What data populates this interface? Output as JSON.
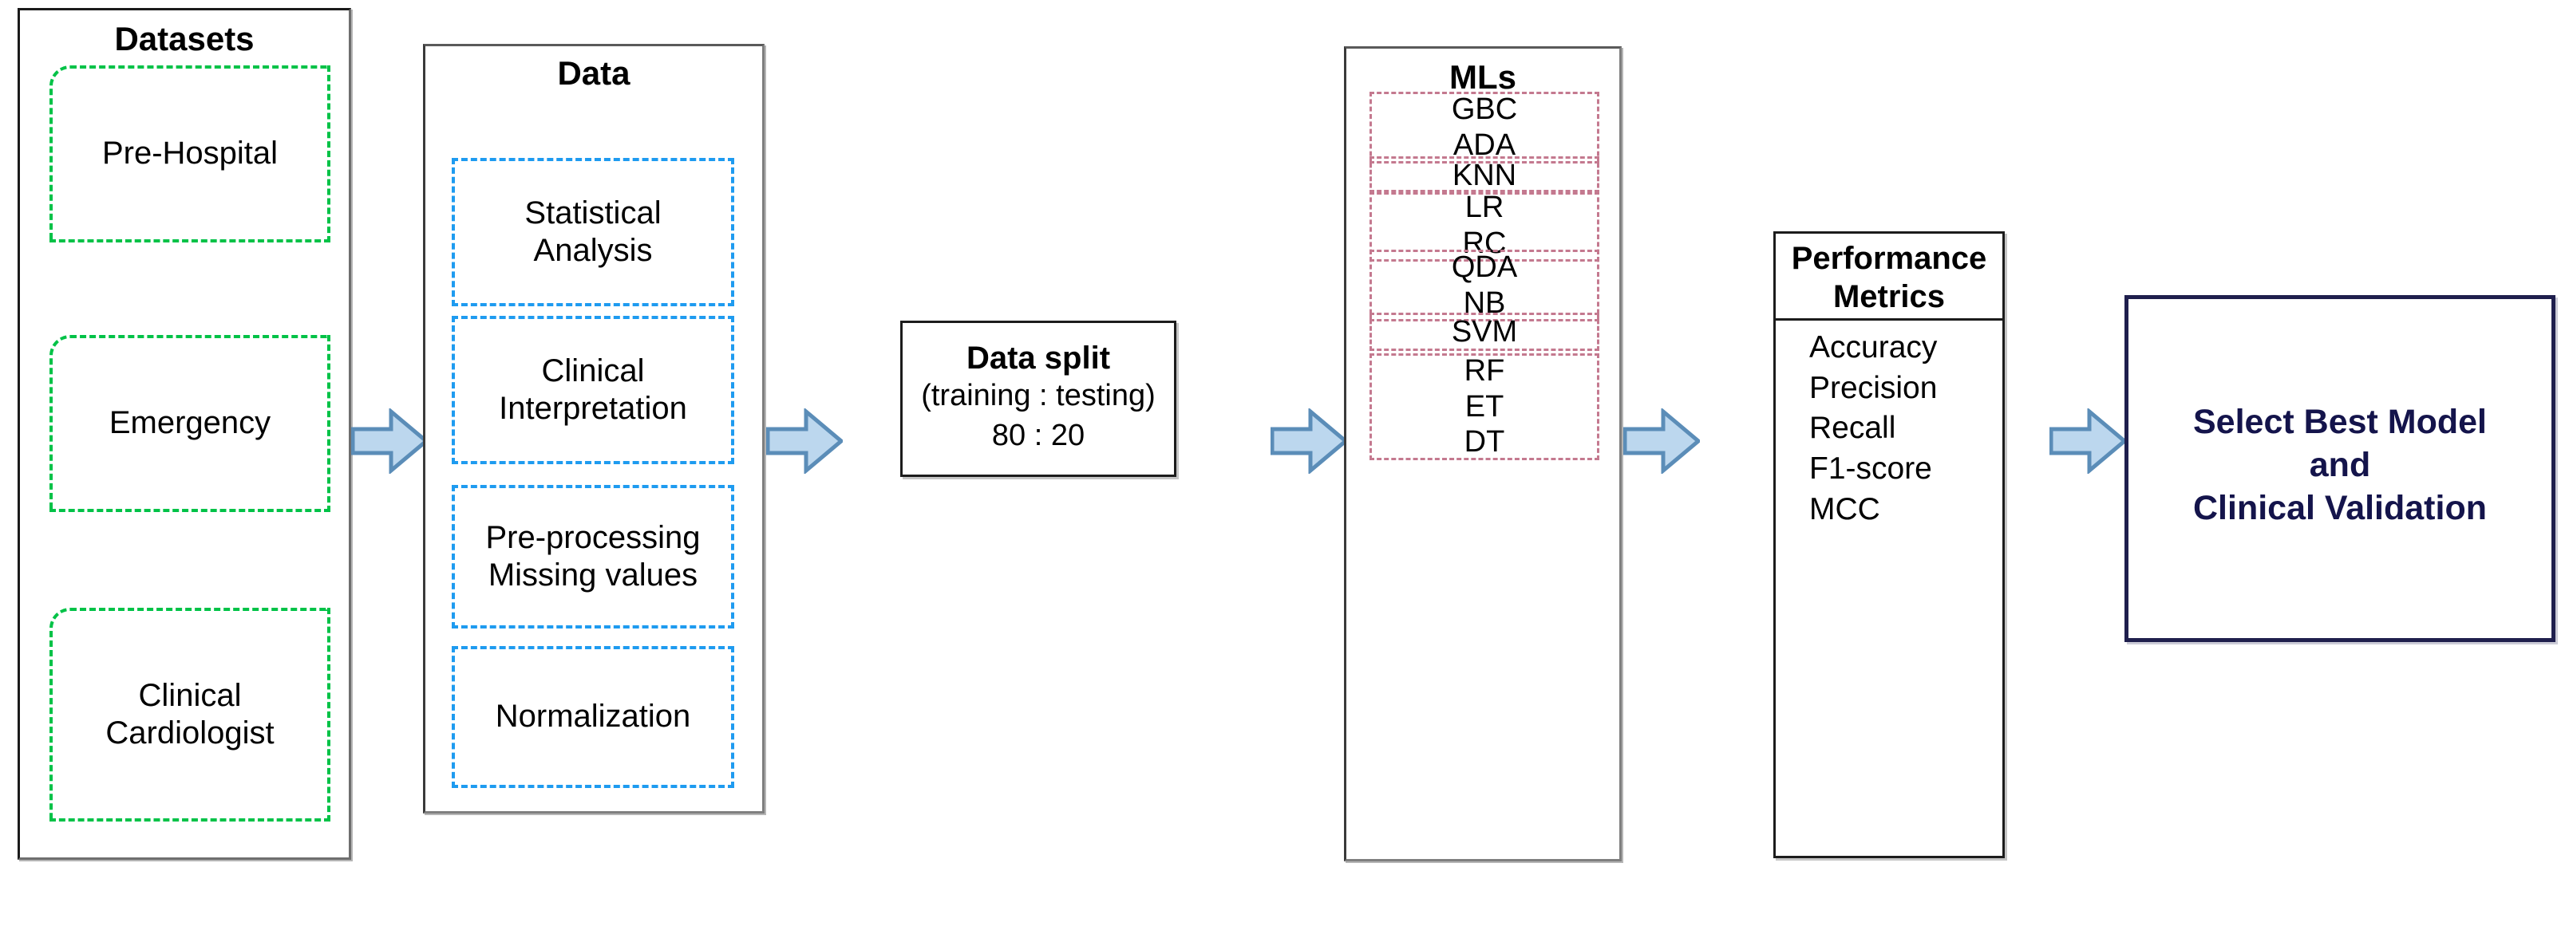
{
  "diagram": {
    "title": "Machine learning pipeline flowchart",
    "colors": {
      "datasets_dash": "#00c247",
      "data_dash": "#1e9bf0",
      "mls_dash": "#c4798f",
      "arrow_fill": "#bcd7ee",
      "arrow_stroke": "#5b8db8",
      "final_border": "#1f1f4d",
      "final_text": "#14144b",
      "outer_border": "#7f7f7f"
    },
    "stages": [
      {
        "id": "datasets",
        "title": "Datasets",
        "items": [
          {
            "lines": [
              "Pre-Hospital"
            ]
          },
          {
            "lines": [
              "Emergency"
            ]
          },
          {
            "lines": [
              "Clinical",
              "Cardiologist"
            ]
          }
        ]
      },
      {
        "id": "data",
        "title": "Data",
        "items": [
          {
            "lines": [
              "Statistical",
              "Analysis"
            ]
          },
          {
            "lines": [
              "Clinical",
              "Interpretation"
            ]
          },
          {
            "lines": [
              "Pre-processing",
              "Missing values"
            ]
          },
          {
            "lines": [
              "Normalization"
            ]
          }
        ]
      },
      {
        "id": "data-split",
        "title": "Data split",
        "subtitle": "(training : testing)",
        "ratio": "80 : 20"
      },
      {
        "id": "mls",
        "title": "MLs",
        "items": [
          {
            "lines": [
              "GBC",
              "ADA"
            ]
          },
          {
            "lines": [
              "KNN"
            ]
          },
          {
            "lines": [
              "LR",
              "RC"
            ]
          },
          {
            "lines": [
              "QDA",
              "NB"
            ]
          },
          {
            "lines": [
              "SVM"
            ]
          },
          {
            "lines": [
              "RF",
              "ET",
              "DT"
            ]
          }
        ]
      },
      {
        "id": "performance-metrics",
        "title_line1": "Performance",
        "title_line2": "Metrics",
        "metrics": [
          "Accuracy",
          "Precision",
          "Recall",
          "F1-score",
          "MCC"
        ]
      },
      {
        "id": "select-best-model",
        "lines": [
          "Select Best Model",
          "and",
          "Clinical Validation"
        ]
      }
    ],
    "arrows": [
      {
        "id": "arrow-datasets-to-data",
        "label": "flow"
      },
      {
        "id": "arrow-data-to-split",
        "label": "flow"
      },
      {
        "id": "arrow-split-to-mls",
        "label": "flow"
      },
      {
        "id": "arrow-mls-to-metrics",
        "label": "flow"
      },
      {
        "id": "arrow-metrics-to-final",
        "label": "flow"
      }
    ]
  }
}
